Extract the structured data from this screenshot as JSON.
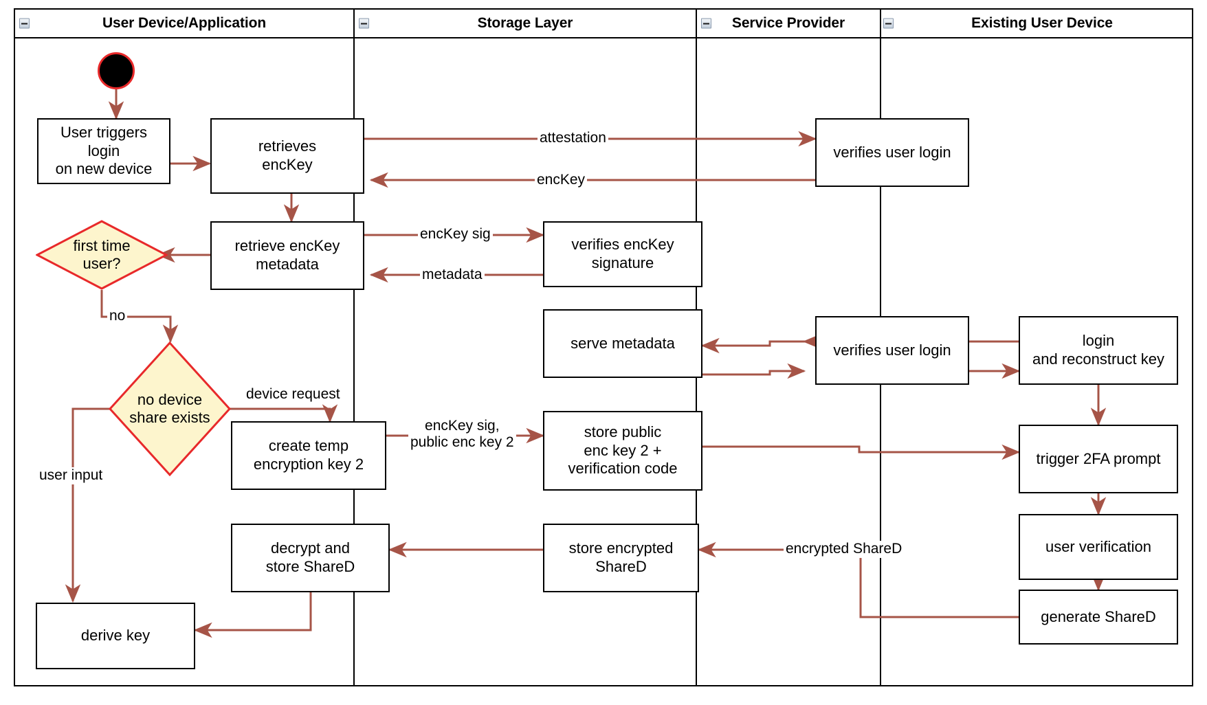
{
  "diagram": {
    "type": "uml-activity-swimlane",
    "title": "Login on new device key reconstruction flow",
    "colors": {
      "edge": "#a65447",
      "decision_border": "#e8292a",
      "decision_fill": "#fdf5cd",
      "node_border": "#000000",
      "node_fill": "#ffffff",
      "lane_border": "#000000",
      "start_fill": "#000000",
      "start_border": "#e8292a",
      "background": "#ffffff"
    },
    "lanes": [
      {
        "id": "lane-user-device",
        "label": "User Device/Application",
        "collapse_icon": "minimize-icon"
      },
      {
        "id": "lane-storage",
        "label": "Storage Layer",
        "collapse_icon": "minimize-icon"
      },
      {
        "id": "lane-service-provider",
        "label": "Service Provider",
        "collapse_icon": "minimize-icon"
      },
      {
        "id": "lane-existing-device",
        "label": "Existing User Device",
        "collapse_icon": "minimize-icon"
      }
    ],
    "start_node": {
      "id": "start",
      "shape": "initial-node",
      "lane": "lane-user-device"
    },
    "nodes": [
      {
        "id": "user-triggers-login",
        "label": "User triggers login\non new device",
        "lane": "lane-user-device"
      },
      {
        "id": "retrieves-enckey",
        "label": "retrieves\nencKey",
        "lane": "lane-user-device"
      },
      {
        "id": "retrieve-enckey-meta",
        "label": "retrieve encKey\nmetadata",
        "lane": "lane-user-device"
      },
      {
        "id": "create-temp-key",
        "label": "create temp\nencryption key 2",
        "lane": "lane-user-device"
      },
      {
        "id": "decrypt-store-shared",
        "label": "decrypt and\nstore ShareD",
        "lane": "lane-user-device"
      },
      {
        "id": "derive-key",
        "label": "derive key",
        "lane": "lane-user-device"
      },
      {
        "id": "verifies-enckey-sig",
        "label": "verifies encKey\nsignature",
        "lane": "lane-storage"
      },
      {
        "id": "serve-metadata",
        "label": "serve metadata",
        "lane": "lane-storage"
      },
      {
        "id": "store-public-key",
        "label": "store public\nenc key 2 +\nverification code",
        "lane": "lane-storage"
      },
      {
        "id": "store-encrypted-shared",
        "label": "store encrypted\nShareD",
        "lane": "lane-storage"
      },
      {
        "id": "verifies-user-login-1",
        "label": "verifies user login",
        "lane": "lane-service-provider"
      },
      {
        "id": "verifies-user-login-2",
        "label": "verifies user login",
        "lane": "lane-service-provider"
      },
      {
        "id": "login-reconstruct",
        "label": "login\nand reconstruct key",
        "lane": "lane-existing-device"
      },
      {
        "id": "trigger-2fa",
        "label": "trigger 2FA prompt",
        "lane": "lane-existing-device"
      },
      {
        "id": "user-verification",
        "label": "user verification",
        "lane": "lane-existing-device"
      },
      {
        "id": "generate-shared",
        "label": "generate ShareD",
        "lane": "lane-existing-device"
      }
    ],
    "decisions": [
      {
        "id": "first-time-user",
        "label": "first time\nuser?",
        "lane": "lane-user-device"
      },
      {
        "id": "no-device-share",
        "label": "no device\nshare exists",
        "lane": "lane-user-device"
      }
    ],
    "edge_labels": [
      {
        "id": "label-attestation",
        "text": "attestation"
      },
      {
        "id": "label-enckey",
        "text": "encKey"
      },
      {
        "id": "label-enckey-sig",
        "text": "encKey sig"
      },
      {
        "id": "label-metadata",
        "text": "metadata"
      },
      {
        "id": "label-no",
        "text": "no"
      },
      {
        "id": "label-device-request",
        "text": "device request"
      },
      {
        "id": "label-enckey-sig-pubkey",
        "text": "encKey sig,\npublic enc key 2"
      },
      {
        "id": "label-user-input",
        "text": "user input"
      },
      {
        "id": "label-encrypted-shared",
        "text": "encrypted ShareD"
      }
    ]
  }
}
